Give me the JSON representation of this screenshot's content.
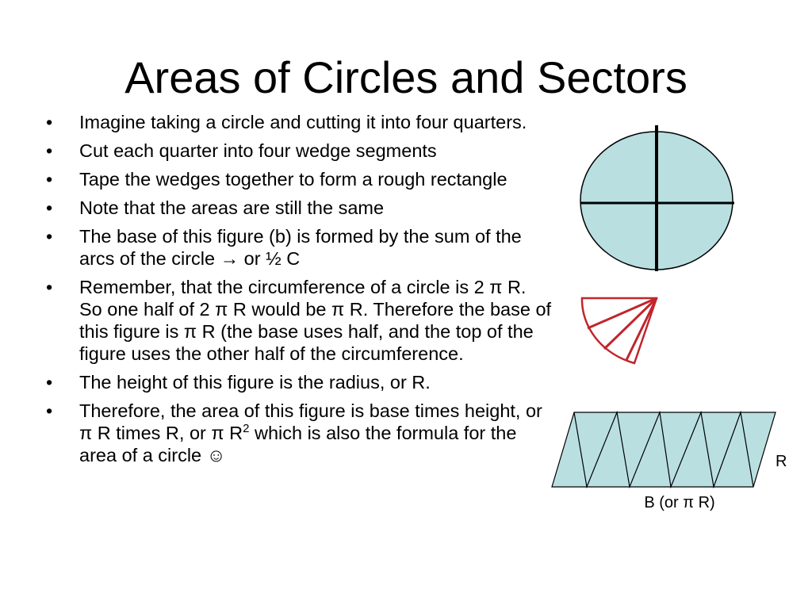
{
  "slide": {
    "title": "Areas of Circles and Sectors",
    "bullet_glyph": "•",
    "bullets": [
      "Imagine taking a circle and cutting it into four quarters.",
      "Cut each quarter into four wedge segments",
      "Tape the wedges together to form a rough rectangle",
      "Note that the areas are still the same",
      "The base of this figure (b) is formed by the sum of the arcs of the circle → or ½ C",
      "Remember, that the circumference of a circle is 2 π R. So one half of 2 π R would be π R. Therefore the base of this figure is π R (the base uses half, and the top of the figure uses the other half of the circumference.",
      "The height of this figure is the radius, or R.",
      "Therefore, the area of this figure is base times height, or π R times R, or π R"
    ],
    "last_bullet_superscript": "2",
    "last_bullet_tail": " which is also the formula for the area of a circle ☺"
  },
  "figures": {
    "height_label": "R",
    "base_label": "B (or π R)",
    "circle_fill": "#b9dfe1",
    "sector_stroke": "#c0262c",
    "rect_fill": "#b9dfe1",
    "outline": "#000000"
  }
}
